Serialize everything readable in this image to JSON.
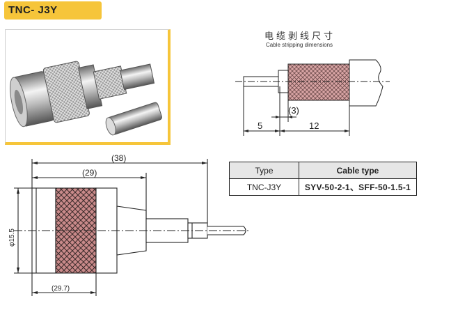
{
  "model": "TNC- J3Y",
  "stripping": {
    "title_cn": "电缆剥线尺寸",
    "title_en": "Cable stripping dimensions",
    "dim_5": "5",
    "dim_3": "(3)",
    "dim_12": "12"
  },
  "drawing": {
    "dim_38": "(38)",
    "dim_29": "(29)",
    "dim_15_5": "φ15.5",
    "dim_29_7": "(29.7)"
  },
  "spec_table": {
    "headers": [
      "Type",
      "Cable type"
    ],
    "rows": [
      [
        "TNC-J3Y",
        "SYV-50-2-1、SFF-50-1.5-1"
      ]
    ]
  },
  "colors": {
    "accent": "#f6c53a",
    "knurl": "#c98a8a",
    "line": "#222222"
  }
}
